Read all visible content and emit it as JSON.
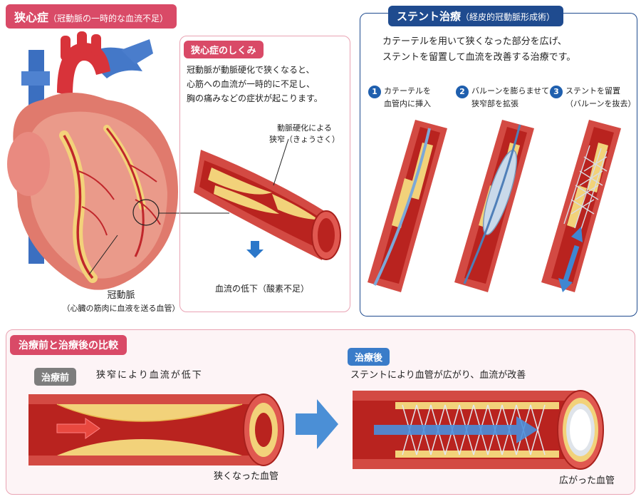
{
  "angina": {
    "title": "狭心症",
    "subtitle": "（冠動脈の一時的な血流不足）",
    "mechanism": {
      "heading": "狭心症のしくみ",
      "lines": [
        "冠動脈が動脈硬化で狭くなると、",
        "心筋への血流が一時的に不足し、",
        "胸の痛みなどの症状が起こります。"
      ],
      "stenosis_label_1": "動脈硬化による",
      "stenosis_label_2": "狭窄（きょうさく）",
      "flow_label": "血流の低下（酸素不足）"
    },
    "coronary_label": "冠動脈",
    "coronary_sub": "（心臓の筋肉に血液を送る血管）"
  },
  "stent": {
    "title": "ステント治療",
    "subtitle": "（経皮的冠動脈形成術）",
    "intro_lines": [
      "カテーテルを用いて狭くなった部分を広げ、",
      "ステントを留置して血流を改善する治療です。"
    ],
    "steps": [
      {
        "num": "1",
        "line1": "カテーテルを",
        "line2": "血管内に挿入"
      },
      {
        "num": "2",
        "line1": "バルーンを膨らませて",
        "line2": "狭窄部を拡張"
      },
      {
        "num": "3",
        "line1": "ステントを留置",
        "line2": "（バルーンを抜去）"
      }
    ]
  },
  "comparison": {
    "title": "治療前と治療後の比較",
    "before": {
      "tag": "治療前",
      "caption": "狭窄により血流が低下",
      "label": "狭くなった血管"
    },
    "after": {
      "tag": "治療後",
      "caption": "ステントにより血管が広がり、血流が改善",
      "label": "広がった血管"
    }
  },
  "colors": {
    "pink": "#d94a67",
    "navy": "#1f4b8f",
    "vessel_red": "#c8332e",
    "plaque_yellow": "#f2d27a",
    "arrow_blue": "#3f86d1"
  }
}
